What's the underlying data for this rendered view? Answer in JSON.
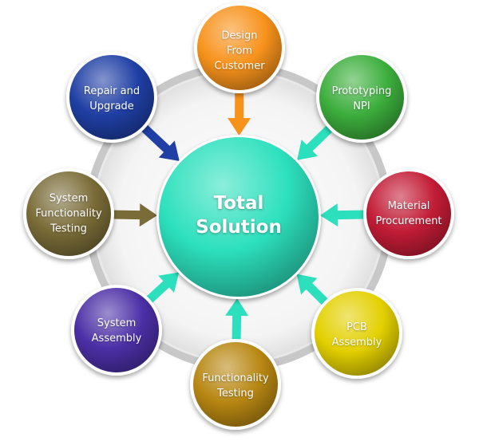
{
  "center": {
    "label_line1": "Total",
    "label_line2": "Solution",
    "color": "#2ce0bd"
  },
  "nodes": [
    {
      "key": "design",
      "label": "Design\nFrom\nCustomer",
      "color": "#f7921b"
    },
    {
      "key": "prototyping",
      "label": "Prototyping\nNPI",
      "color": "#3cae3c"
    },
    {
      "key": "material",
      "label": "Material\nProcurement",
      "color": "#c21c36"
    },
    {
      "key": "pcb",
      "label": "PCB\nAssembly",
      "color": "#e3d000"
    },
    {
      "key": "functional",
      "label": "Functionality\nTesting",
      "color": "#b88712"
    },
    {
      "key": "sysasm",
      "label": "System\nAssembly",
      "color": "#4b2fa6"
    },
    {
      "key": "systest",
      "label": "System\nFunctionality\nTesting",
      "color": "#7a6c38"
    },
    {
      "key": "repair",
      "label": "Repair and\nUpgrade",
      "color": "#1f3fa4"
    }
  ]
}
